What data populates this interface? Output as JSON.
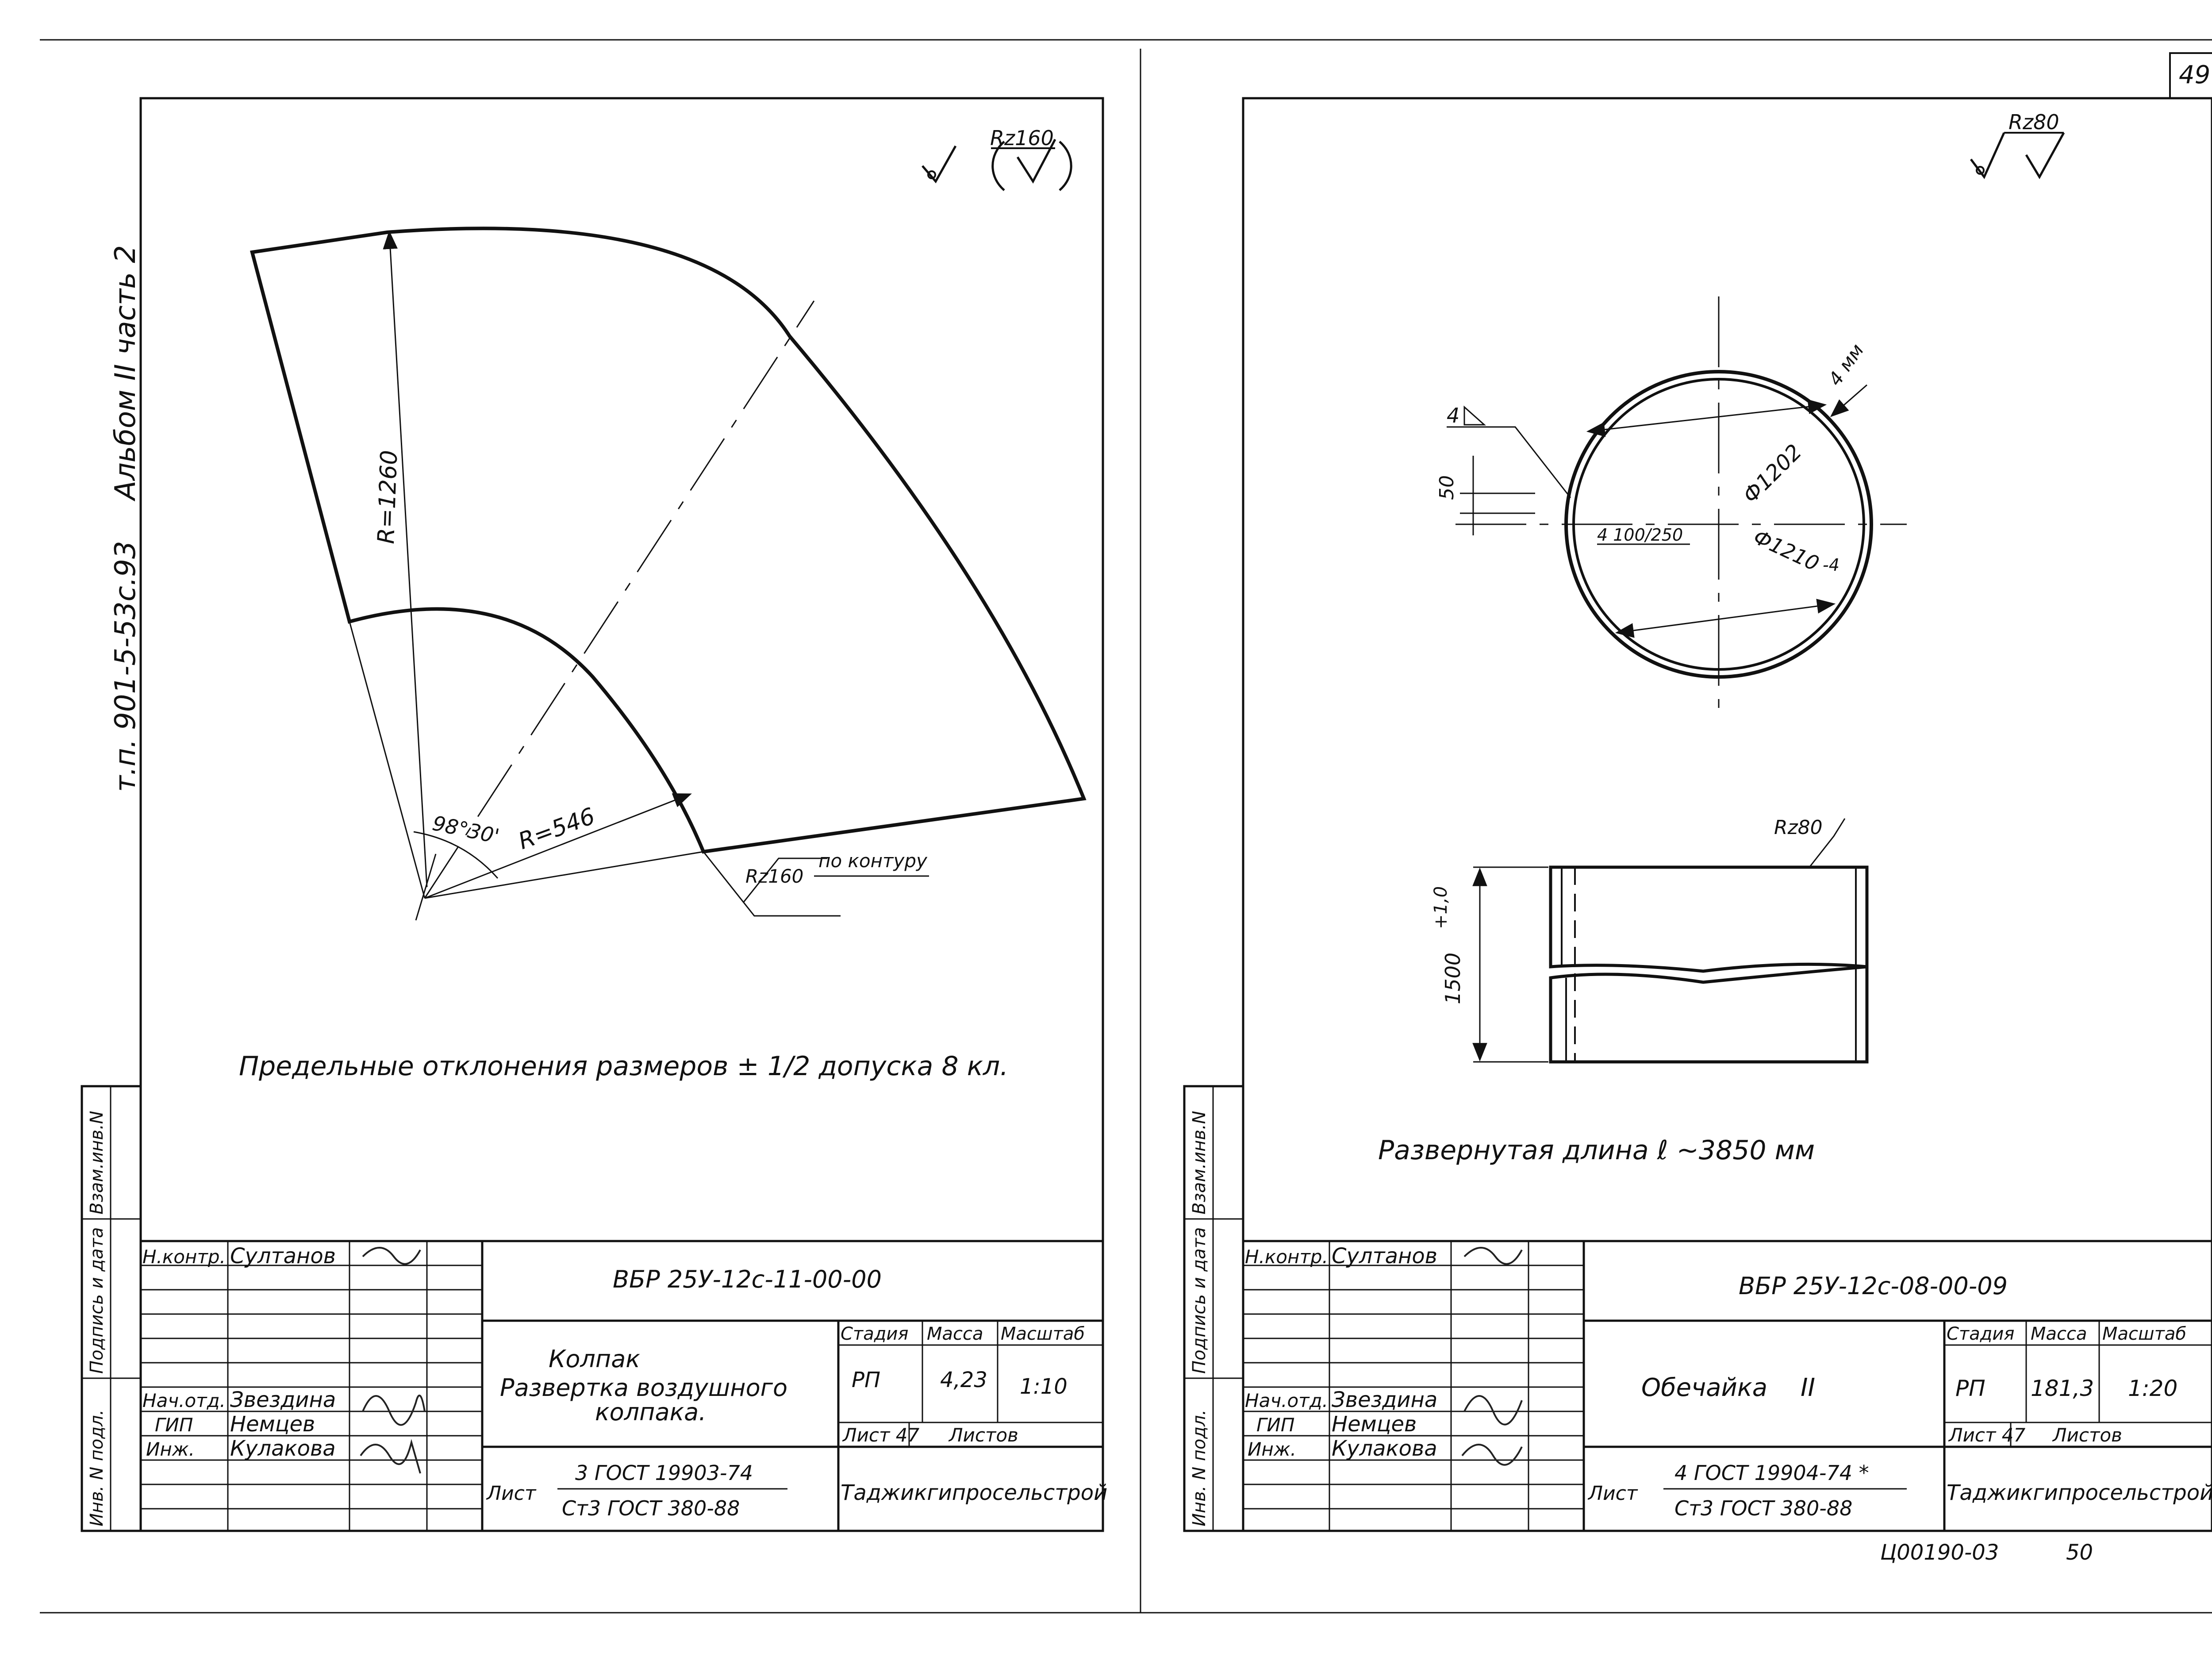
{
  "page_number": "49",
  "left_sheet": {
    "side_label_code": "т.п. 901-5-53с.93",
    "side_label_album": "Альбом II часть 2",
    "surface_symbol": {
      "main": "Rz160"
    },
    "dims": {
      "r_outer": "R=1260",
      "r_inner": "R=546",
      "angle": "98°30'",
      "rz_contour": "Rz160",
      "contour_note": "по контуру"
    },
    "note": "Предельные отклонения размеров ± 1/2 допуска 8 кл.",
    "stamp": {
      "code": "ВБР 25У-12с-11-00-00",
      "title_line1": "Колпак",
      "title_line2": "Развертка воздушного",
      "title_line3": "колпака.",
      "headers": {
        "stage": "Стадия",
        "mass": "Масса",
        "scale": "Масштаб"
      },
      "values": {
        "stage": "РП",
        "mass": "4,23",
        "scale": "1:10"
      },
      "sheet_label": "Лист 47",
      "sheets_label": "Листов",
      "material_prefix": "Лист",
      "material_line1": "3 ГОСТ 19903-74",
      "material_line2": "Ст3 ГОСТ 380-88",
      "org": "Таджикгипросельстрой",
      "roles": [
        {
          "role": "Н.контр.",
          "name": "Султанов"
        },
        {
          "role": "Нач.отд.",
          "name": "Звездина"
        },
        {
          "role": "ГИП",
          "name": "Немцев"
        },
        {
          "role": "Инж.",
          "name": "Кулакова"
        }
      ],
      "side_cells": [
        "Инв. N подл.",
        "Подпись и дата",
        "Взам.инв.N"
      ]
    }
  },
  "right_sheet": {
    "surface_symbol": {
      "main": "Rz80"
    },
    "dims": {
      "weld": "4",
      "weld_len": "4 100/250",
      "gap": "50",
      "dia1": "Ф1202",
      "dia2": "Ф1210",
      "dia2_tol": "-4",
      "thick": "4 мм",
      "rz": "Rz80",
      "height": "1500",
      "height_tol": "+1,0"
    },
    "note": "Развернутая длина ℓ ~3850 мм",
    "stamp": {
      "code": "ВБР 25У-12с-08-00-09",
      "title_line1": "Обечайка",
      "title_line2": "II",
      "headers": {
        "stage": "Стадия",
        "mass": "Масса",
        "scale": "Масштаб"
      },
      "values": {
        "stage": "РП",
        "mass": "181,3",
        "scale": "1:20"
      },
      "sheet_label": "Лист 47",
      "sheets_label": "Листов",
      "material_prefix": "Лист",
      "material_line1": "4 ГОСТ 19904-74 *",
      "material_line2": "Ст3 ГОСТ 380-88",
      "org": "Таджикгипросельстрой",
      "roles": [
        {
          "role": "Н.контр.",
          "name": "Султанов"
        },
        {
          "role": "Нач.отд.",
          "name": "Звездина"
        },
        {
          "role": "ГИП",
          "name": "Немцев"
        },
        {
          "role": "Инж.",
          "name": "Кулакова"
        }
      ],
      "side_cells": [
        "Инв. N подл.",
        "Подпись и дата",
        "Взам.инв.N"
      ]
    },
    "footer_code": "Ц00190-03",
    "footer_page": "50"
  }
}
